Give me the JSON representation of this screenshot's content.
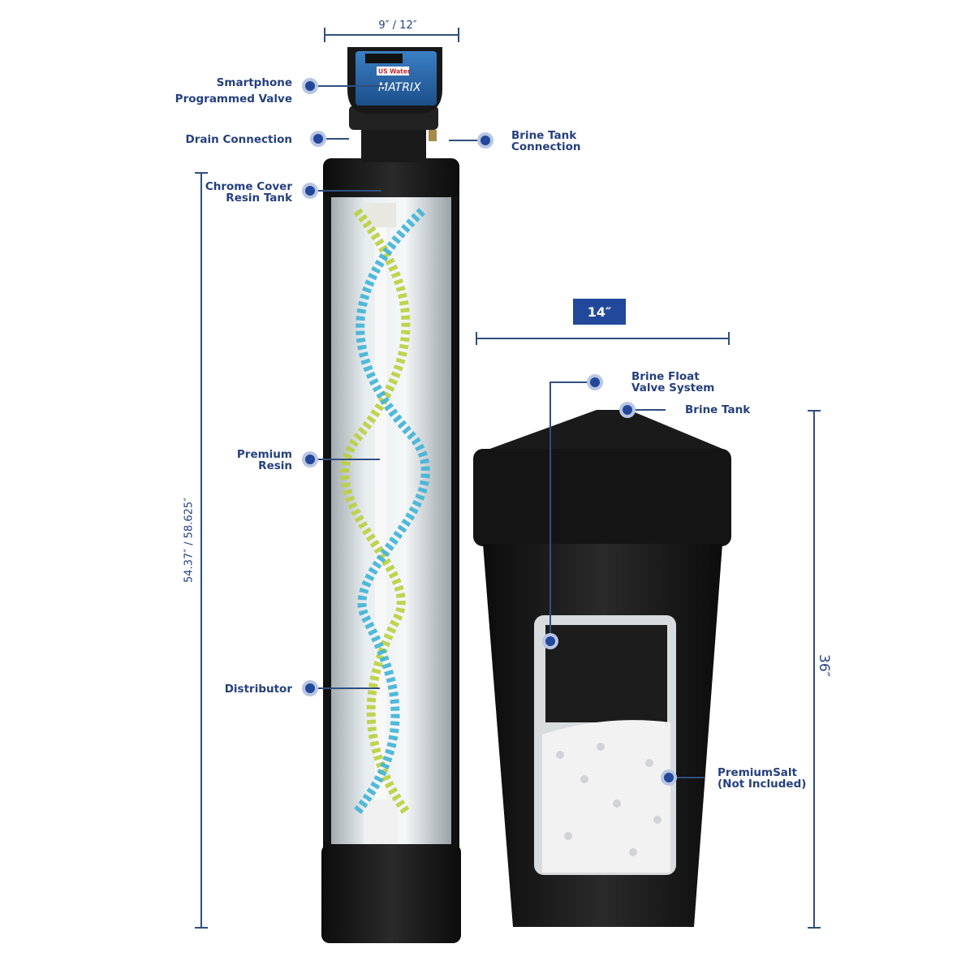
{
  "dimensions": {
    "valve_width": "9″ / 12″",
    "resin_tank_height": "54.37″ / 58.625″",
    "brine_tank_width": "14″",
    "brine_tank_height": "36″"
  },
  "labels": {
    "smartphone_valve": [
      "Smartphone",
      "Programmed Valve"
    ],
    "drain_connection": "Drain Connection",
    "brine_tank_connection": [
      "Brine Tank",
      "Connection"
    ],
    "chrome_cover": [
      "Chrome Cover",
      "Resin Tank"
    ],
    "premium_resin": [
      "Premium",
      "Resin"
    ],
    "distributor": "Distributor",
    "brine_float": [
      "Brine Float",
      "Valve System"
    ],
    "brine_tank": "Brine Tank",
    "premium_salt": [
      "PremiumSalt",
      "(Not Included)"
    ]
  },
  "product_logo_text": [
    "US Water",
    "MATRIX"
  ],
  "colors": {
    "accent": "#21489b",
    "label": "#25407e",
    "tank": "#151515"
  }
}
